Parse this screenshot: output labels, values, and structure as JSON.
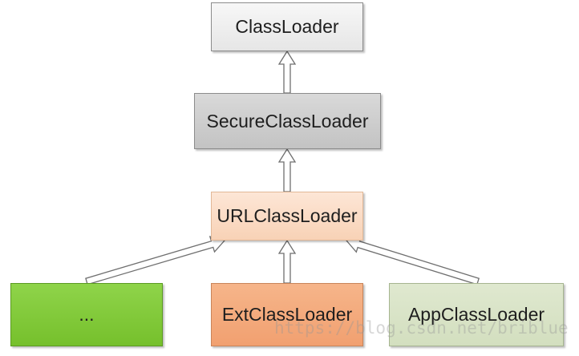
{
  "nodes": {
    "classloader": "ClassLoader",
    "secure_classloader": "SecureClassLoader",
    "url_classloader": "URLClassLoader",
    "ellipsis": "...",
    "ext_classloader": "ExtClassLoader",
    "app_classloader": "AppClassLoader"
  },
  "edges": [
    {
      "from": "secure_classloader",
      "to": "classloader"
    },
    {
      "from": "url_classloader",
      "to": "secure_classloader"
    },
    {
      "from": "ellipsis",
      "to": "url_classloader"
    },
    {
      "from": "ext_classloader",
      "to": "url_classloader"
    },
    {
      "from": "app_classloader",
      "to": "url_classloader"
    }
  ],
  "watermark": "https://blog.csdn.net/briblue"
}
